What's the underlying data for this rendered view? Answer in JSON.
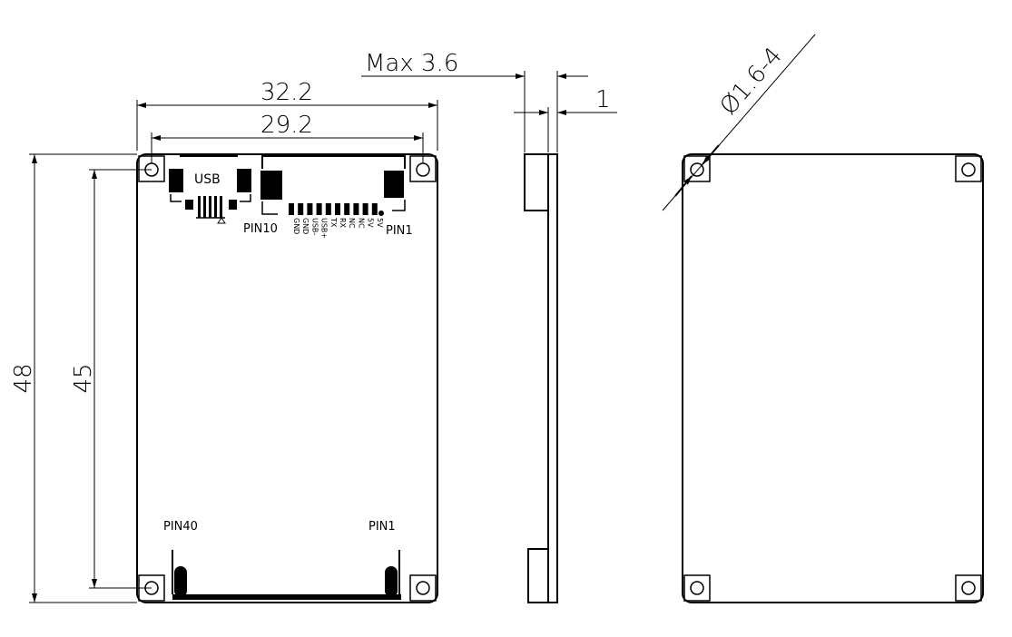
{
  "dimensions": {
    "width_overall": "32.2",
    "width_holes": "29.2",
    "height_overall": "48",
    "height_holes": "45",
    "max_thickness": "Max 3.6",
    "board_thickness": "1",
    "hole_diameter": "Ø1.6-4"
  },
  "labels": {
    "usb": "USB",
    "pin10": "PIN10",
    "pin1_top": "PIN1",
    "pin40": "PIN40",
    "pin1_bottom": "PIN1"
  },
  "connector_pins": [
    "GND",
    "GND",
    "USB-",
    "USB+",
    "TX",
    "RX",
    "NC",
    "NC",
    "5V",
    "5V"
  ],
  "colors": {
    "line": "#000000",
    "background": "#ffffff"
  }
}
